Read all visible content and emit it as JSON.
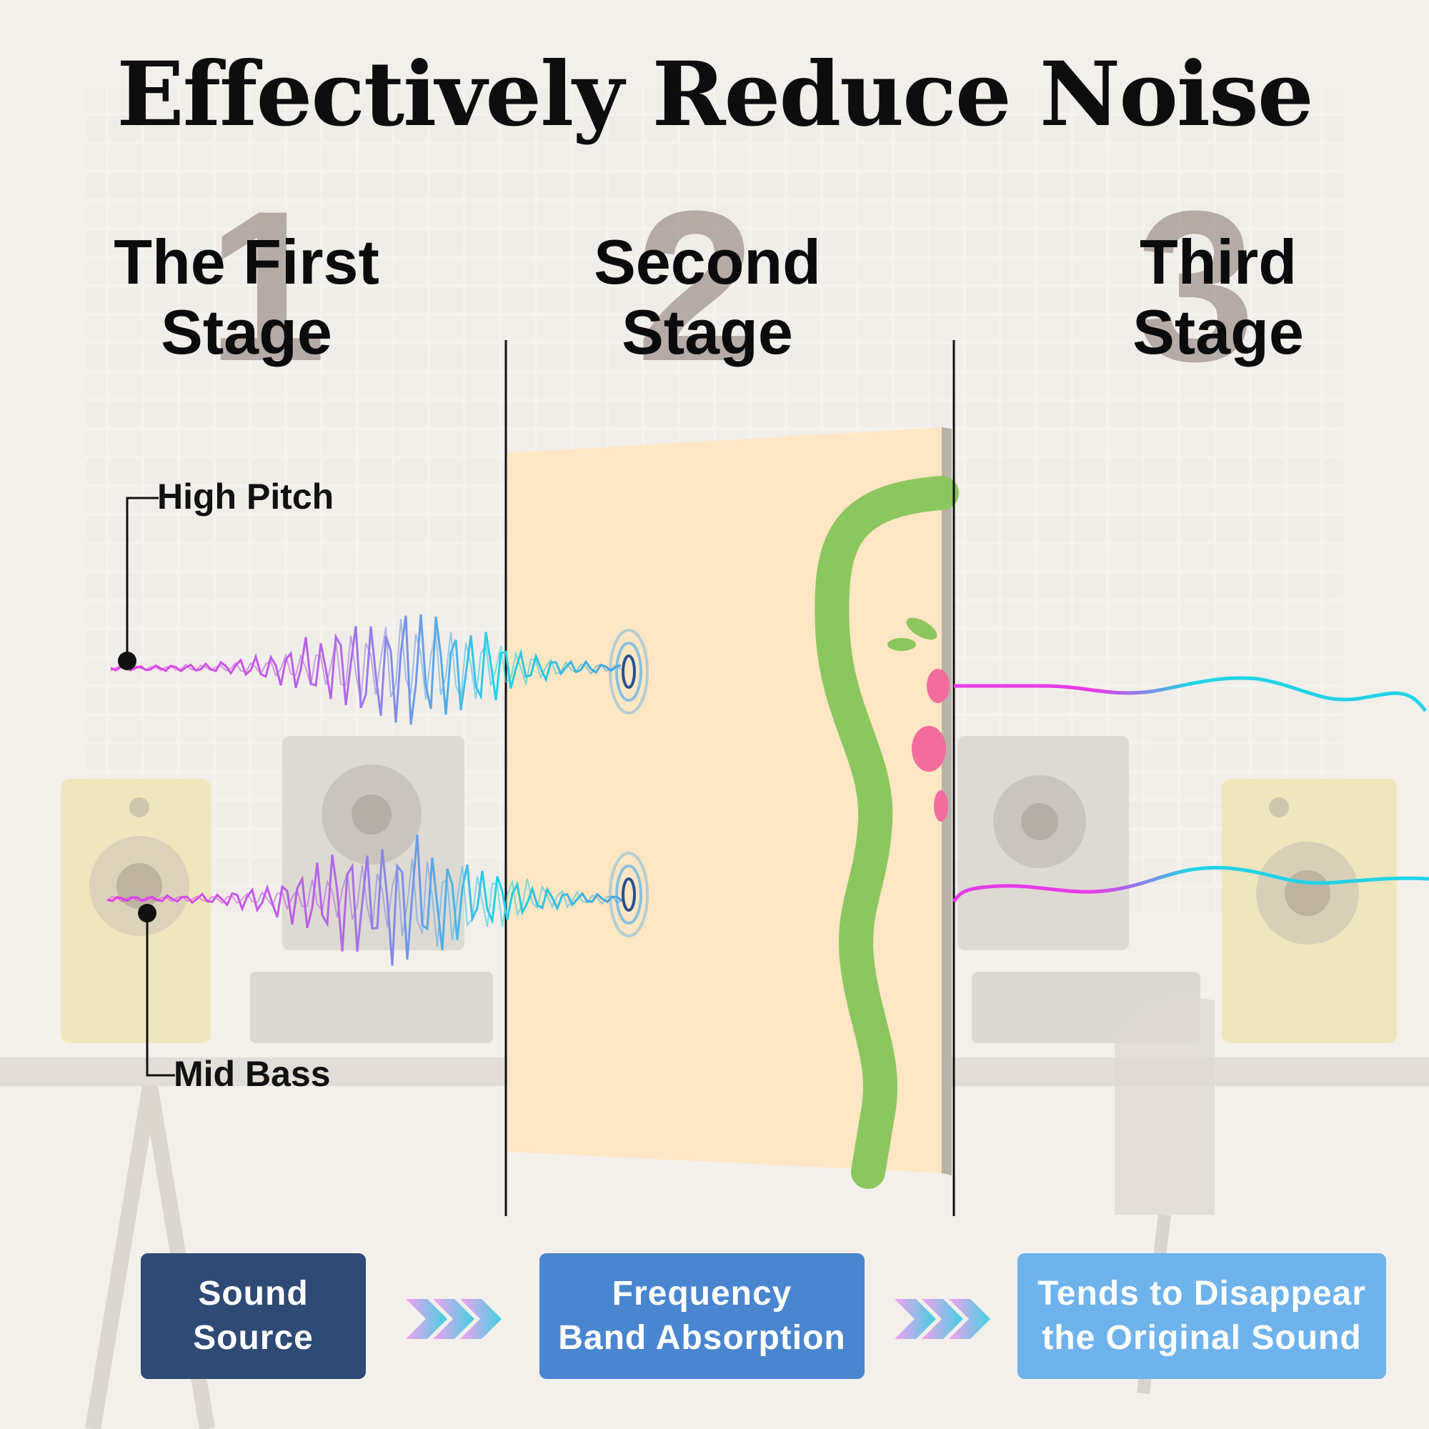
{
  "title": "Effectively Reduce Noise",
  "stages": [
    {
      "number": "1",
      "line1": "The First",
      "line2": "Stage"
    },
    {
      "number": "2",
      "line1": "Second",
      "line2": "Stage"
    },
    {
      "number": "3",
      "line1": "Third",
      "line2": "Stage"
    }
  ],
  "labels": {
    "high": "High Pitch",
    "mid": "Mid Bass"
  },
  "steps": [
    {
      "line1": "Sound",
      "line2": "Source",
      "color": "#2e4a75"
    },
    {
      "line1": "Frequency",
      "line2": "Band Absorption",
      "color": "#4a86d0"
    },
    {
      "line1": "Tends to Disappear",
      "line2": "the Original Sound",
      "color": "#6fb3ec"
    }
  ],
  "colors": {
    "wave_start": "#e63ce8",
    "wave_end": "#21d3e6",
    "panel": "#fde7c4",
    "panel_edge": "#b9b2a8",
    "panel_wave": "#8cc65e",
    "panel_pink": "#f26d9d",
    "ripple": "#5aaee6",
    "arrow_start": "#f5a0f0",
    "arrow_end": "#3fd1e0"
  }
}
